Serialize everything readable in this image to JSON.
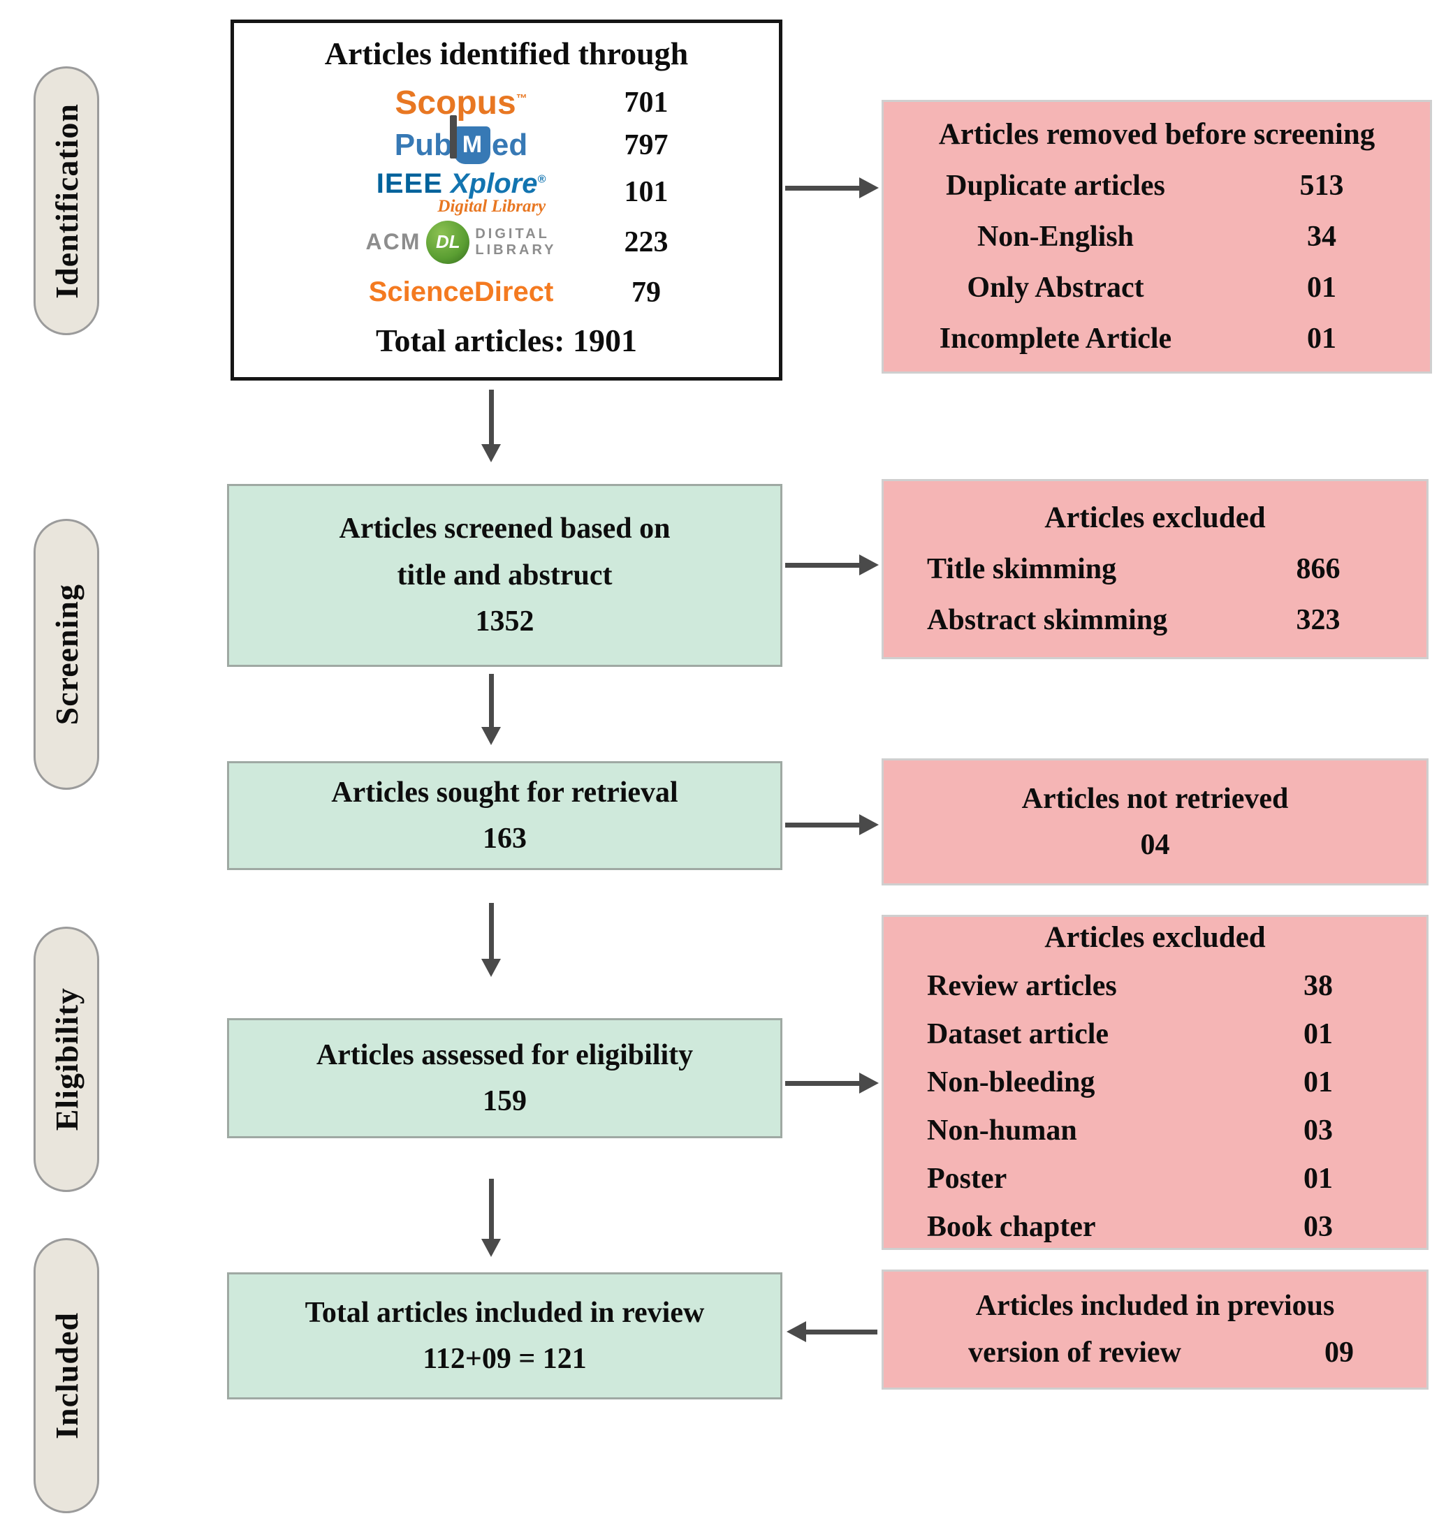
{
  "stages": {
    "identification": "Identification",
    "screening": "Screening",
    "eligibility": "Eligibility",
    "included": "Included"
  },
  "identified": {
    "title": "Articles identified through",
    "total": "Total articles: 1901",
    "sources": [
      {
        "name": "Scopus",
        "count": "701",
        "parts": {
          "text": "Scopus",
          "tm": "™"
        }
      },
      {
        "name": "PubMed",
        "count": "797",
        "parts": {
          "pub": "Pub",
          "m": "M",
          "ed": "ed"
        }
      },
      {
        "name": "IEEE Xplore Digital Library",
        "count": "101",
        "parts": {
          "ieee": "IEEE",
          "xplore": "Xplore",
          "reg": "®",
          "sub": "Digital Library"
        }
      },
      {
        "name": "ACM Digital Library",
        "count": "223",
        "parts": {
          "acm": "ACM",
          "dl": "DL",
          "line1": "DIGITAL",
          "line2": "LIBRARY"
        }
      },
      {
        "name": "ScienceDirect",
        "count": "79",
        "parts": {
          "text": "ScienceDirect"
        }
      }
    ]
  },
  "removed_before_screening": {
    "title": "Articles removed before screening",
    "rows": [
      {
        "label": "Duplicate articles",
        "value": "513"
      },
      {
        "label": "Non-English",
        "value": "34"
      },
      {
        "label": "Only Abstract",
        "value": "01"
      },
      {
        "label": "Incomplete Article",
        "value": "01"
      }
    ]
  },
  "screened": {
    "line1": "Articles screened based on",
    "line2": "title and abstruct",
    "count": "1352"
  },
  "excluded_screening": {
    "title": "Articles excluded",
    "rows": [
      {
        "label": "Title skimming",
        "value": "866"
      },
      {
        "label": "Abstract skimming",
        "value": "323"
      }
    ]
  },
  "sought": {
    "line1": "Articles sought for retrieval",
    "count": "163"
  },
  "not_retrieved": {
    "line1": "Articles not retrieved",
    "count": "04"
  },
  "assessed": {
    "line1": "Articles assessed for eligibility",
    "count": "159"
  },
  "excluded_eligibility": {
    "title": "Articles excluded",
    "rows": [
      {
        "label": "Review articles",
        "value": "38"
      },
      {
        "label": "Dataset article",
        "value": "01"
      },
      {
        "label": "Non-bleeding",
        "value": "01"
      },
      {
        "label": "Non-human",
        "value": "03"
      },
      {
        "label": "Poster",
        "value": "01"
      },
      {
        "label": "Book chapter",
        "value": "03"
      }
    ]
  },
  "included_review": {
    "line1": "Total articles included in review",
    "line2": "112+09 = 121"
  },
  "previous_version": {
    "line1": "Articles included in previous",
    "line2": "version of review",
    "count": "09"
  },
  "colors": {
    "green_box": "#cfe9db",
    "pink_box": "#f5b5b5",
    "stage_label_bg": "#e9e5dc",
    "arrow": "#4a4a4a",
    "scopus_orange": "#e87722",
    "pubmed_blue": "#3779b5",
    "ieee_blue": "#00629b",
    "acm_green": "#5a9e32",
    "acm_gray": "#8d8d8d",
    "sciencedirect_orange": "#f47a20"
  }
}
